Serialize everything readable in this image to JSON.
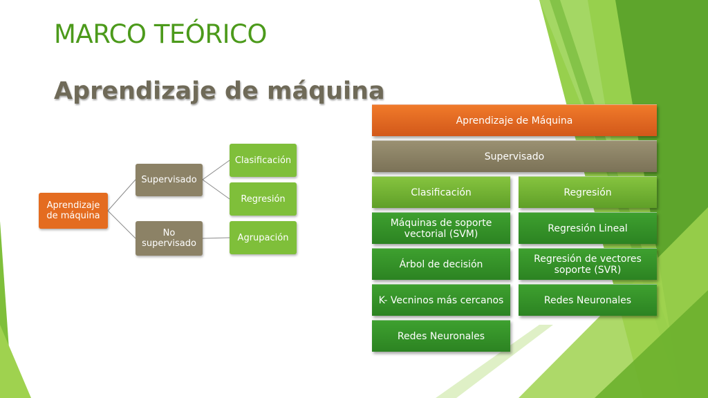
{
  "slide": {
    "title": "MARCO TEÓRICO",
    "subtitle": "Aprendizaje de máquina"
  },
  "tree": {
    "root": "Aprendizaje de máquina",
    "supervised": "Supervisado",
    "unsupervised": "No supervisado",
    "classification": "Clasificación",
    "regression": "Regresión",
    "clustering": "Agrupación"
  },
  "diagram": {
    "header": "Aprendizaje de Máquina",
    "supervised": "Supervisado",
    "classification": {
      "title": "Clasificación",
      "items": [
        "Máquinas de soporte vectorial (SVM)",
        "Árbol de decisión",
        "K- Vecninos más cercanos",
        "Redes Neuronales"
      ]
    },
    "regression": {
      "title": "Regresión",
      "items": [
        "Regresión Lineal",
        "Regresión de vectores soporte (SVR)",
        "Redes Neuronales"
      ]
    }
  },
  "colors": {
    "title_green": "#4c9a1b",
    "orange": "#e46c20",
    "taupe": "#8c8266",
    "light_green": "#7fbf3a",
    "dark_green": "#2c8322"
  }
}
